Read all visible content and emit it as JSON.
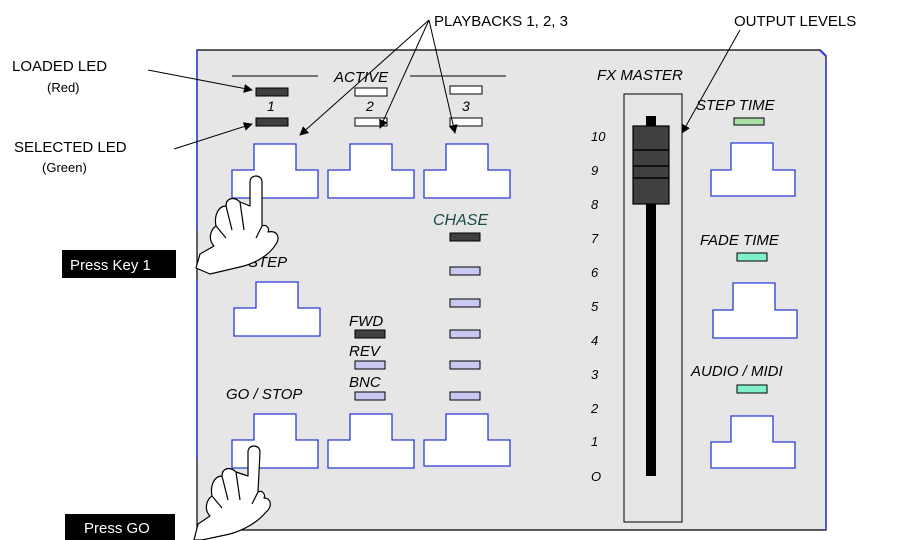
{
  "callouts": {
    "playbacks": "PLAYBACKS 1, 2, 3",
    "output_levels": "OUTPUT LEVELS",
    "loaded_led": "LOADED LED",
    "loaded_led_color": "(Red)",
    "selected_led": "SELECTED LED",
    "selected_led_color": "(Green)"
  },
  "panel": {
    "active_label": "ACTIVE",
    "playback_numbers": [
      "1",
      "2",
      "3"
    ],
    "chase_label": "CHASE",
    "step_label": "STEP",
    "fwd_label": "FWD",
    "rev_label": "REV",
    "bnc_label": "BNC",
    "go_stop_label": "GO / STOP",
    "fx_master_label": "FX MASTER",
    "step_time_label": "STEP TIME",
    "fade_time_label": "FADE TIME",
    "audio_midi_label": "AUDIO / MIDI",
    "scale_labels": [
      "10",
      "9",
      "8",
      "7",
      "6",
      "5",
      "4",
      "3",
      "2",
      "1",
      "O"
    ]
  },
  "instructions": {
    "press_key_1": "Press Key 1",
    "press_go": "Press GO"
  },
  "colors": {
    "panel_bg": "#e6e6e6",
    "panel_border": "#2a3bd6",
    "led_dark": "#404040",
    "led_off": "#ffffff",
    "led_lavender": "#c8c8f0",
    "led_teal": "#7ff0c8",
    "led_green": "#a8e0a8",
    "label_bg": "#000000"
  }
}
